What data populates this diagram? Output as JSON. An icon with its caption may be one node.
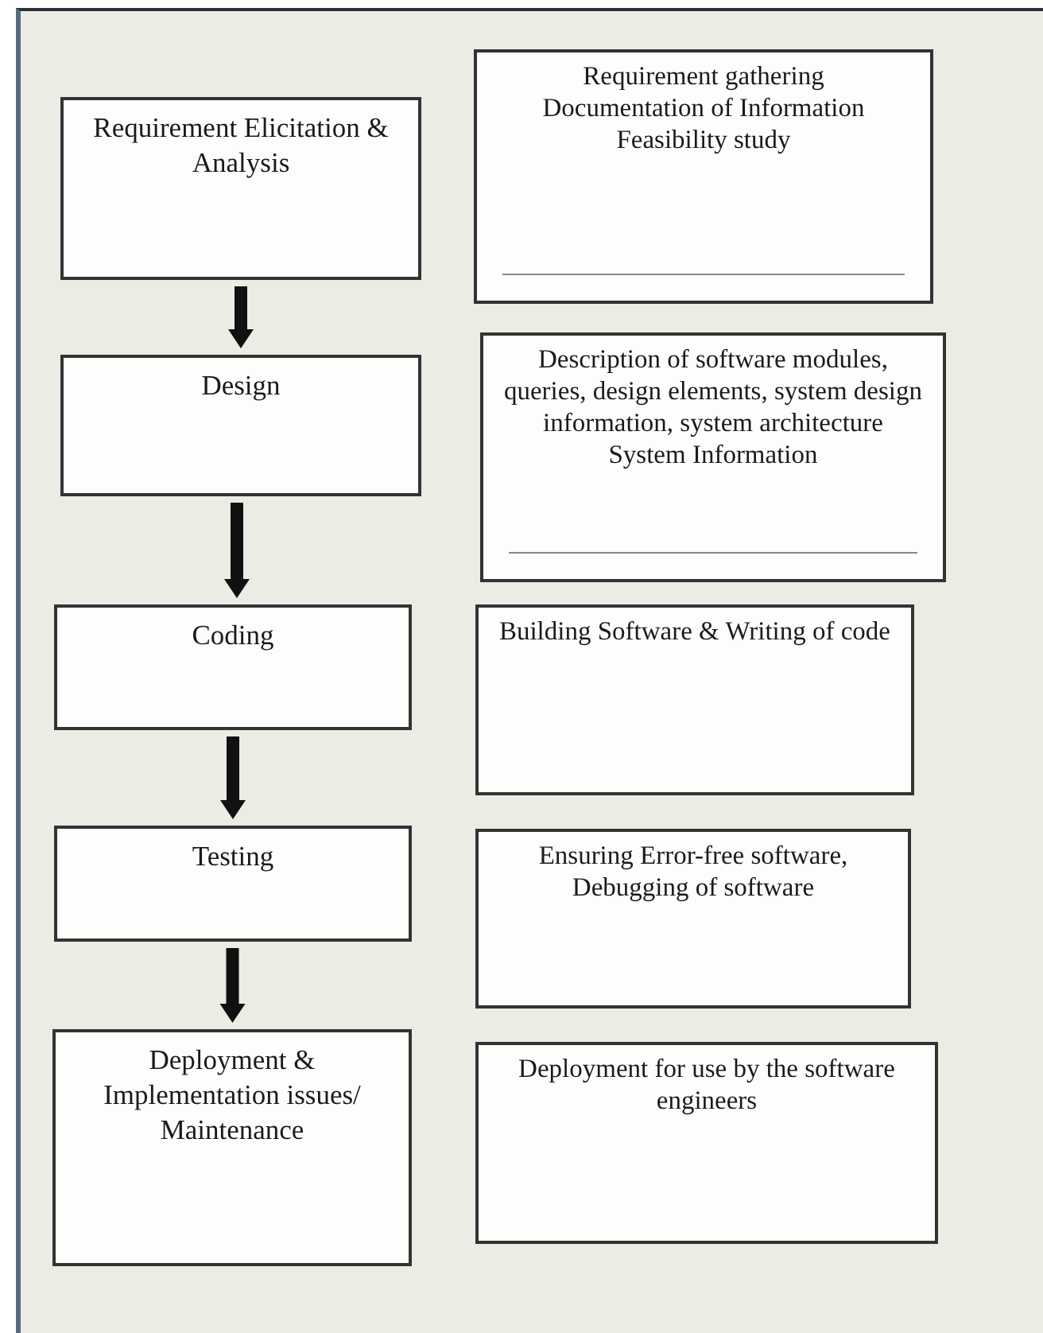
{
  "diagram": {
    "nodes": [
      {
        "text": [
          "Requirement Elicitation & Analysis"
        ]
      },
      {
        "text": [
          "Requirement gathering",
          "Documentation of Information",
          "Feasibility study"
        ]
      },
      {
        "text": [
          "Design"
        ]
      },
      {
        "text": [
          "Description of software modules, queries, design elements, system design information, system architecture",
          "System Information"
        ]
      },
      {
        "text": [
          "Coding"
        ]
      },
      {
        "text": [
          "Building Software & Writing of code"
        ]
      },
      {
        "text": [
          "Testing"
        ]
      },
      {
        "text": [
          "Ensuring Error-free software, Debugging of software"
        ]
      },
      {
        "text": [
          "Deployment & Implementation issues/ Maintenance"
        ]
      },
      {
        "text": [
          "Deployment for use by the software engineers"
        ]
      }
    ],
    "edges": [
      {
        "from": 0,
        "to": 2,
        "arrow": "to"
      },
      {
        "from": 2,
        "to": 4,
        "arrow": "to"
      },
      {
        "from": 4,
        "to": 6,
        "arrow": "to"
      },
      {
        "from": 6,
        "to": 8,
        "arrow": "to"
      }
    ]
  }
}
